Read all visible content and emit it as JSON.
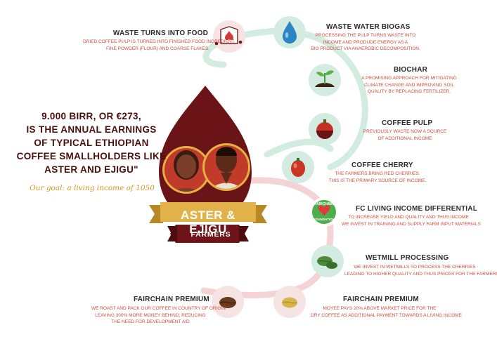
{
  "quote": {
    "lines": [
      "9.000 BIRR, OR €273,",
      "IS THE ANNUAL EARNINGS",
      "OF TYPICAL ETHIOPIAN",
      "COFFEE SMALLHOLDERS LIKE",
      "ASTER AND EJIGU\""
    ],
    "goal": "Our goal: a living income of 1050"
  },
  "banner": {
    "name": "ASTER & EJIGU",
    "role": "FARMERS"
  },
  "badge": {
    "text": "FAIRCHAIN FOUNDATION"
  },
  "colors": {
    "burgundy": "#6e1519",
    "gold": "#e4b448",
    "cherry_red": "#c53425",
    "green": "#4fae4c",
    "teal_circle": "#d4ebe2",
    "pink_circle": "#f6dede"
  },
  "steps": [
    {
      "title": "WASTE TURNS INTO FOOD",
      "icon": "food-box-icon",
      "desc": [
        "DRIED COFFEE PULP IS TURNED INTO FINISHED FOOD INGREDIENT",
        "FINE POWDER (FLOUR) AND COARSE FLAKES."
      ]
    },
    {
      "title": "WASTE WATER BIOGAS",
      "icon": "water-drop-icon",
      "desc": [
        "PROCESSING THE PULP TURNS WASTE INTO",
        "INCOME AND PRODUDE ENERGY AS A",
        "BIO PRODUCT VIA ANAEROBIC DECOMPOSITION."
      ]
    },
    {
      "title": "BIOCHAR",
      "icon": "sprout-icon",
      "desc": [
        "A PROMISING APPROACH FOR MITIGATING",
        "CLIMATE CHANGE AND IMPROVING SOIL",
        "QUALITY BY REPLACING FERTILIZER."
      ]
    },
    {
      "title": "COFFEE PULP",
      "icon": "coffee-pulp-icon",
      "desc": [
        "PREVIOUSLY WASTE NOW A SOURCE",
        "OF ADDITIONAL INCOME"
      ]
    },
    {
      "title": "COFFEE CHERRY",
      "icon": "coffee-cherry-icon",
      "desc": [
        "THE FARMERS BRING RED CHERRIES.",
        "THIS IS THE PRIMARY SOURCE OF INCOME."
      ]
    },
    {
      "title": "FC LIVING INCOME DIFFERENTIAL",
      "icon": "fairchain-badge-icon",
      "desc": [
        "TO INCREASE YIELD AND QUALITY AND THUS INCOME",
        "WE INVEST IN TRAINING AND SUPPLY FARM INPUT MATERIALS"
      ]
    },
    {
      "title": "WETMILL PROCESSING",
      "icon": "green-bean-icon",
      "desc": [
        "WE INVEST IN WETMILLS TO PROCESS THE CHERRIES",
        "LEADING TO HIGHER QUALITY AND THUS PRICES FOR THE FARMERS"
      ]
    },
    {
      "title": "FAIRCHAIN PREMIUM",
      "icon": "dry-bean-icon",
      "desc": [
        "MOYEE PAYS 20% ABOVE MARKET PRICE FOR THE",
        "DRY COFFEE AS ADDITIONAL PAYMENT TOWARDS A LIVING INCOME"
      ]
    },
    {
      "title": "FAIRCHAIN PREMIUM",
      "icon": "roasted-bean-icon",
      "desc": [
        "WE ROAST AND PACK OUR COFFEE IN COUNTRY OF ORIGIN",
        "LEAVING 300% MORE MONEY BEHIND; REDUCING",
        "THE NEED FOR DEVELOPMENT AID"
      ]
    }
  ]
}
